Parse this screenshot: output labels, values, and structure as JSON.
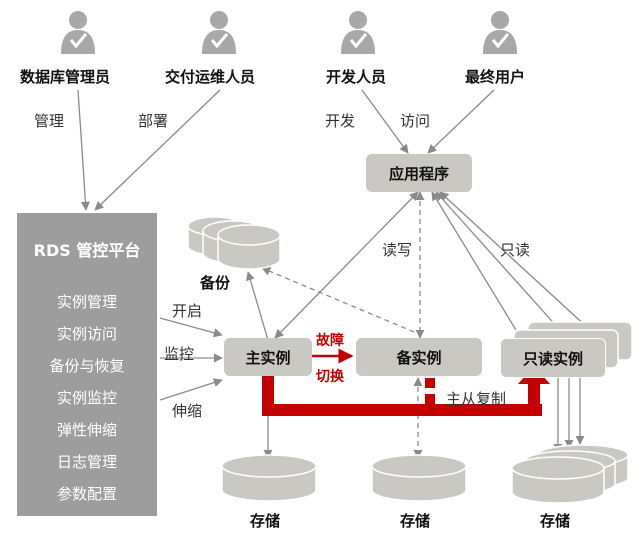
{
  "roles": {
    "dba": "数据库管理员",
    "delivery_ops": "交付运维人员",
    "developer": "开发人员",
    "end_user": "最终用户"
  },
  "edges": {
    "manage": "管理",
    "deploy": "部署",
    "develop": "开发",
    "access": "访问",
    "read_write": "读写",
    "read_only": "只读",
    "start": "开启",
    "monitor": "监控",
    "scale": "伸缩",
    "failover_line1": "故障",
    "failover_line2": "切换",
    "replication": "主从复制"
  },
  "nodes": {
    "app": "应用程序",
    "backup": "备份",
    "primary": "主实例",
    "standby": "备实例",
    "readonly": "只读实例",
    "storage": "存储"
  },
  "rds_platform": {
    "title": "RDS 管控平台",
    "items": [
      "实例管理",
      "实例访问",
      "备份与恢复",
      "实例监控",
      "弹性伸缩",
      "日志管理",
      "参数配置"
    ]
  },
  "colors": {
    "person_icon": "#a8a8a8",
    "node_fill": "#c9c8c3",
    "platform_fill": "#9d9d9d",
    "replication_red": "#c40000",
    "arrow_gray": "#8a8a8a"
  }
}
